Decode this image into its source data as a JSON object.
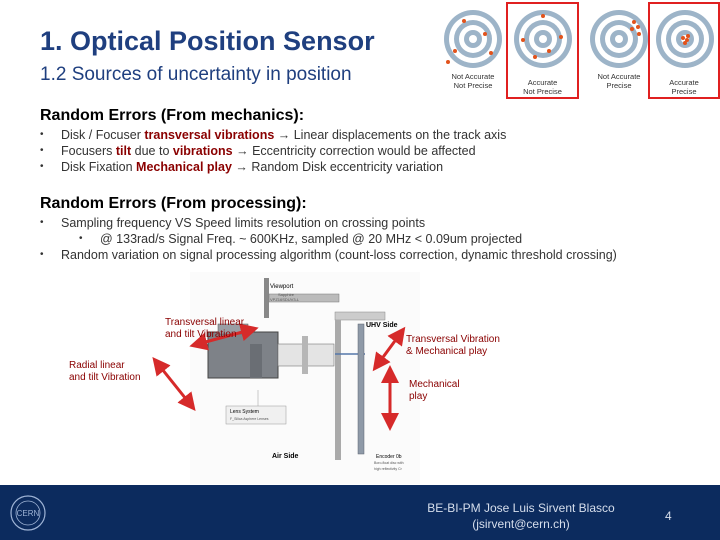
{
  "title": "1. Optical Position Sensor",
  "subtitle": "1.2 Sources of uncertainty in position",
  "targets": [
    {
      "line1": "Not Accurate",
      "line2": "Not Precise",
      "highlighted": false
    },
    {
      "line1": "Accurate",
      "line2": "Not Precise",
      "highlighted": true
    },
    {
      "line1": "Not Accurate",
      "line2": "Precise",
      "highlighted": false
    },
    {
      "line1": "Accurate",
      "line2": "Precise",
      "highlighted": true
    }
  ],
  "section1": {
    "heading": "Random Errors (From mechanics):",
    "items": [
      {
        "t1": "Disk / Focuser ",
        "e1": "transversal vibrations",
        "t2": " → Linear displacements on the track axis"
      },
      {
        "t1": "Focusers ",
        "e1": "tilt",
        "t2": " due to ",
        "e2": "vibrations",
        "t3": " → Eccentricity correction would be affected"
      },
      {
        "t1": "Disk Fixation ",
        "e1": "Mechanical play",
        "t2": " → Random Disk eccentricity variation"
      }
    ]
  },
  "section2": {
    "heading": "Random Errors (From processing):",
    "item1": "Sampling frequency VS Speed limits resolution on crossing points",
    "subitem": "@ 133rad/s Signal Freq. ~ 600KHz, sampled @ 20 MHz < 0.09um projected",
    "item2": "Random variation on signal processing algorithm (count-loss correction, dynamic threshold crossing)"
  },
  "diagram": {
    "labels": {
      "viewport": "Viewport",
      "viewport_sub1": "Sapphire",
      "viewport_sub2": "VPZ16SDUV3-L",
      "uhv_side": "UHV Side",
      "air_side": "Air Side",
      "lens_system": "Lens System",
      "lens_sub": "F_Silica Asphere Lenses",
      "encoder": "Encoder 0b",
      "encoder_sub1": "Boro-float disc with",
      "encoder_sub2": "high reflectivity Cr"
    },
    "annotations": {
      "transversal_tilt": "Transversal linear\nand tilt Vibration",
      "radial": "Radial linear\nand tilt Vibration",
      "transversal_mech": "Transversal Vibration\n& Mechanical play",
      "mech_play": "Mechanical\nplay"
    }
  },
  "footer": {
    "logo_text": "CERN",
    "credit_line1": "BE-BI-PM Jose Luis Sirvent Blasco",
    "credit_line2": "(jsirvent@cern.ch)",
    "page_number": "4"
  }
}
